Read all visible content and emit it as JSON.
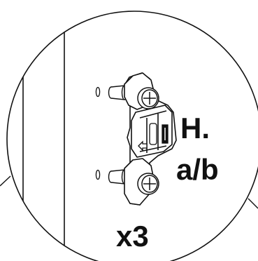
{
  "labels": {
    "part_code_line1": "H.",
    "part_code_line2": "a/b",
    "quantity": "x3"
  },
  "colors": {
    "ink": "#111111",
    "background": "#ffffff"
  },
  "icons": [
    "detail-circle",
    "mounting-plate",
    "screw",
    "dowel-peg",
    "arrow-left-icon"
  ]
}
